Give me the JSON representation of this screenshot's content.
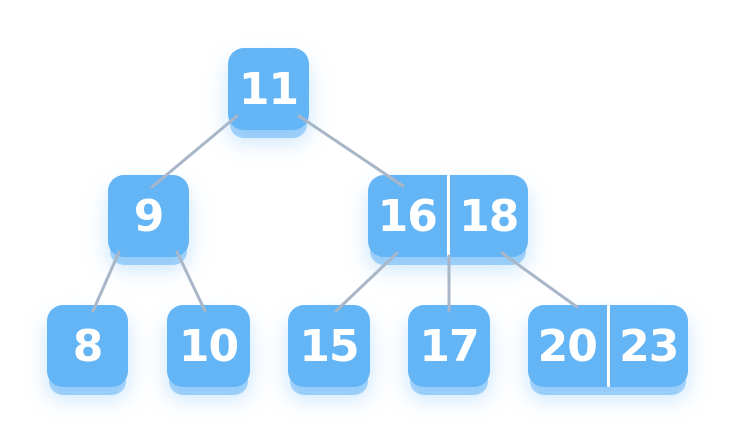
{
  "diagram": {
    "type": "b-tree",
    "colors": {
      "node_fill": "#64B5F6",
      "node_shadow": "rgba(100,181,246,0.55)",
      "node_glow": "rgba(100,181,246,0.35)",
      "edge": "#A8B6C8",
      "key_text": "#FFFFFF",
      "divider": "#FFFFFF",
      "background": "#FFFFFF"
    },
    "nodes": [
      {
        "id": "11",
        "keys": [
          "11"
        ]
      },
      {
        "id": "9",
        "keys": [
          "9"
        ]
      },
      {
        "id": "16-18",
        "keys": [
          "16",
          "18"
        ]
      },
      {
        "id": "8",
        "keys": [
          "8"
        ]
      },
      {
        "id": "10",
        "keys": [
          "10"
        ]
      },
      {
        "id": "15",
        "keys": [
          "15"
        ]
      },
      {
        "id": "17",
        "keys": [
          "17"
        ]
      },
      {
        "id": "20-23",
        "keys": [
          "20",
          "23"
        ]
      }
    ],
    "edges": [
      {
        "from": "11",
        "to": "9"
      },
      {
        "from": "11",
        "to": "16-18"
      },
      {
        "from": "9",
        "to": "8"
      },
      {
        "from": "9",
        "to": "10"
      },
      {
        "from": "16-18",
        "to": "15"
      },
      {
        "from": "16-18",
        "to": "17"
      },
      {
        "from": "16-18",
        "to": "20-23"
      }
    ]
  }
}
